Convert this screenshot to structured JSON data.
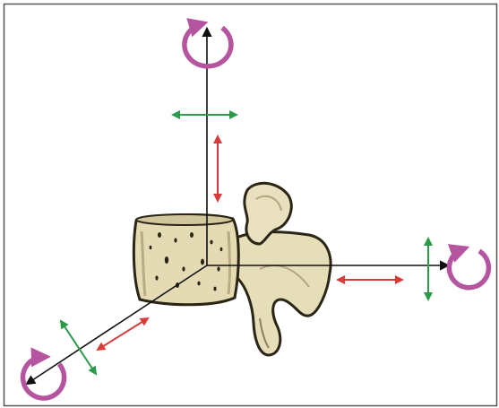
{
  "diagram": {
    "colors": {
      "frame": "#555555",
      "axis": "#111111",
      "rotation": "#b5559f",
      "translation_red": "#d93a3a",
      "translation_green": "#2d9a4a",
      "bone_light": "#ebe3c4",
      "bone_mid": "#cfc39d",
      "bone_dark": "#2a2515"
    },
    "axes": [
      "vertical",
      "horizontal",
      "depth"
    ],
    "icons": [
      "rotation-arrow-icon",
      "translation-arrow-icon",
      "vertebra-illustration"
    ]
  }
}
